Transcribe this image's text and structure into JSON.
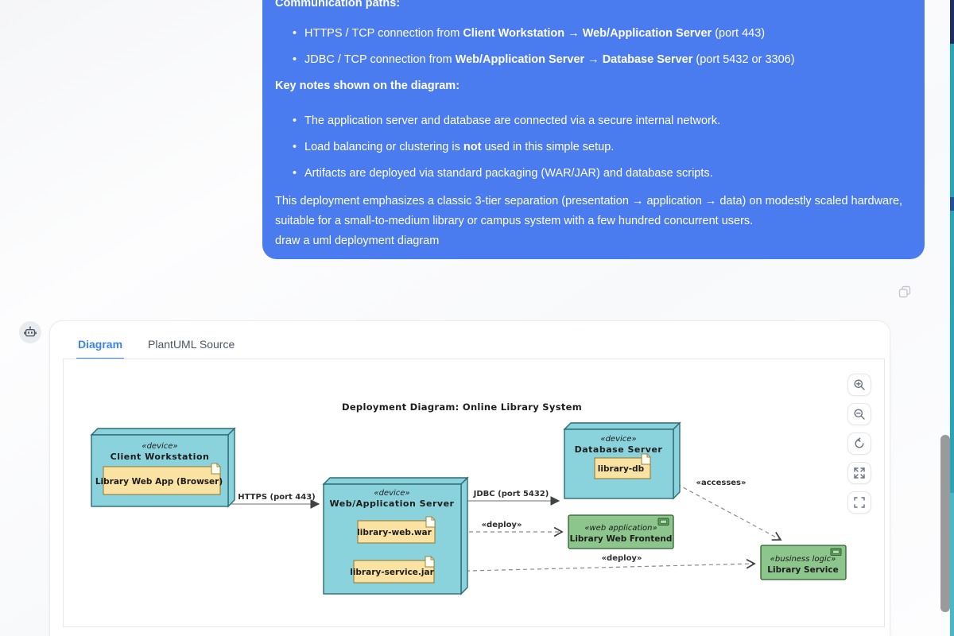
{
  "chat": {
    "message": {
      "heading_top": "Communication paths:",
      "conn_bullets": [
        {
          "pre": "HTTPS / TCP connection from ",
          "bold": "Client Workstation → Web/Application Server",
          "post": " (port 443)"
        },
        {
          "pre": "JDBC / TCP connection from ",
          "bold": "Web/Application Server → Database Server",
          "post": " (port 5432 or 3306)"
        }
      ],
      "notes_heading": "Key notes shown on the diagram:",
      "notes_bullets": [
        {
          "pre": "The application server and database are connected via a secure internal network.",
          "bold": "",
          "post": ""
        },
        {
          "pre": "Load balancing or clustering is ",
          "bold": "not",
          "post": " used in this simple setup."
        },
        {
          "pre": "Artifacts are deployed via standard packaging (WAR/JAR) and database scripts.",
          "bold": "",
          "post": ""
        }
      ],
      "closing_paragraph": "This deployment emphasizes a classic 3-tier separation (presentation → application → data) on modestly scaled hardware, suitable for a small-to-medium library or campus system with a few hundred concurrent users.",
      "final_line": "draw a uml deployment diagram"
    }
  },
  "panel": {
    "tabs": [
      {
        "label": "Diagram",
        "active": true
      },
      {
        "label": "PlantUML Source",
        "active": false
      }
    ]
  },
  "diagram": {
    "title": "Deployment Diagram: Online Library System",
    "nodes": [
      {
        "stereotype": "«device»",
        "name": "Client Workstation",
        "artifacts": [
          "Library Web App (Browser)"
        ]
      },
      {
        "stereotype": "«device»",
        "name": "Web/Application Server",
        "artifacts": [
          "library-web.war",
          "library-service.jar"
        ]
      },
      {
        "stereotype": "«device»",
        "name": "Database Server",
        "artifacts": [
          "library-db"
        ]
      }
    ],
    "components": [
      {
        "stereotype": "«web application»",
        "name": "Library Web Frontend"
      },
      {
        "stereotype": "«business logic»",
        "name": "Library Service"
      }
    ],
    "edges": [
      {
        "label": "HTTPS (port 443)",
        "style": "solid"
      },
      {
        "label": "JDBC (port 5432)",
        "style": "solid"
      },
      {
        "label": "«deploy»",
        "style": "dashed"
      },
      {
        "label": "«deploy»",
        "style": "dashed"
      },
      {
        "label": "«accesses»",
        "style": "dashed"
      }
    ],
    "colors": {
      "node_fill": "#8bd3dc",
      "node_border": "#2e6b73",
      "artifact_fill": "#fae3a2",
      "artifact_border": "#9b8440",
      "component_fill": "#8cc68c",
      "component_border": "#2f5d2f",
      "bubble_blue": "#4a7cf0",
      "tab_active": "#3b82f6"
    }
  },
  "toolbar": {
    "buttons": [
      "zoom-in",
      "zoom-out",
      "reset-view",
      "expand",
      "fullscreen"
    ]
  }
}
